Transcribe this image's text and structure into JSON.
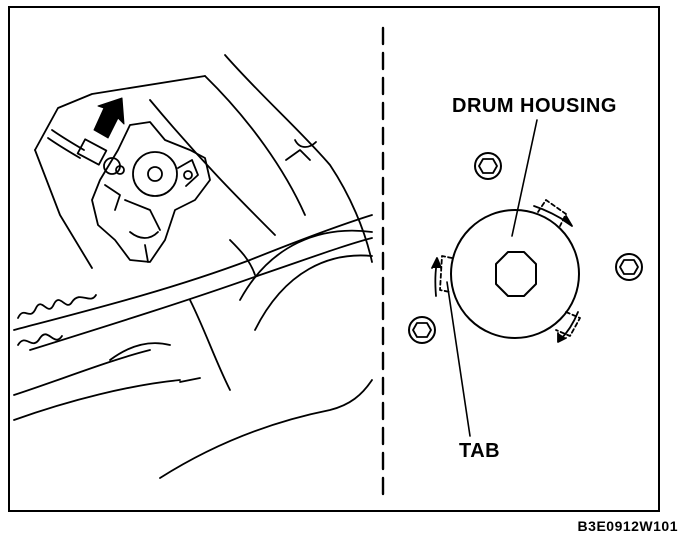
{
  "labels": {
    "drum_housing": "DRUM HOUSING",
    "tab": "TAB"
  },
  "figure_code": "B3E0912W101"
}
